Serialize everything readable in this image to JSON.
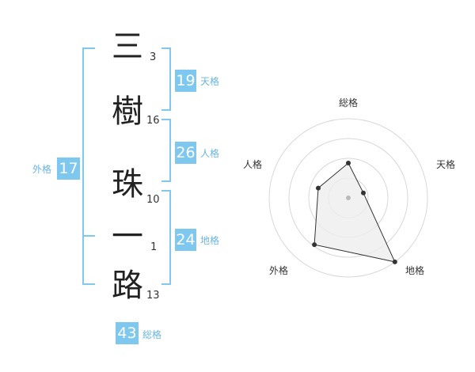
{
  "name": {
    "chars": [
      {
        "char": "三",
        "strokes": "3"
      },
      {
        "char": "樹",
        "strokes": "16"
      },
      {
        "char": "珠",
        "strokes": "10"
      },
      {
        "char": "一",
        "strokes": "1"
      },
      {
        "char": "路",
        "strokes": "13"
      }
    ]
  },
  "kaku": {
    "tenkaku": {
      "value": "19",
      "label": "天格"
    },
    "jinkaku": {
      "value": "26",
      "label": "人格"
    },
    "chikaku": {
      "value": "24",
      "label": "地格"
    },
    "gaikaku": {
      "value": "17",
      "label": "外格"
    },
    "soukaku": {
      "value": "43",
      "label": "総格"
    }
  },
  "chart_data": {
    "type": "radar",
    "axes": [
      "総格",
      "天格",
      "地格",
      "外格",
      "人格"
    ],
    "values": [
      0.44,
      0.2,
      1.0,
      0.73,
      0.4
    ],
    "rings": 4,
    "colors": {
      "ring": "#d8d8d8",
      "fill": "#eeeeee",
      "line": "#333333",
      "point": "#333333",
      "center": "#bbbbbb"
    }
  },
  "colors": {
    "accent": "#7ec8f0",
    "bracket": "#80c8ee",
    "label": "#6ab5e0"
  }
}
